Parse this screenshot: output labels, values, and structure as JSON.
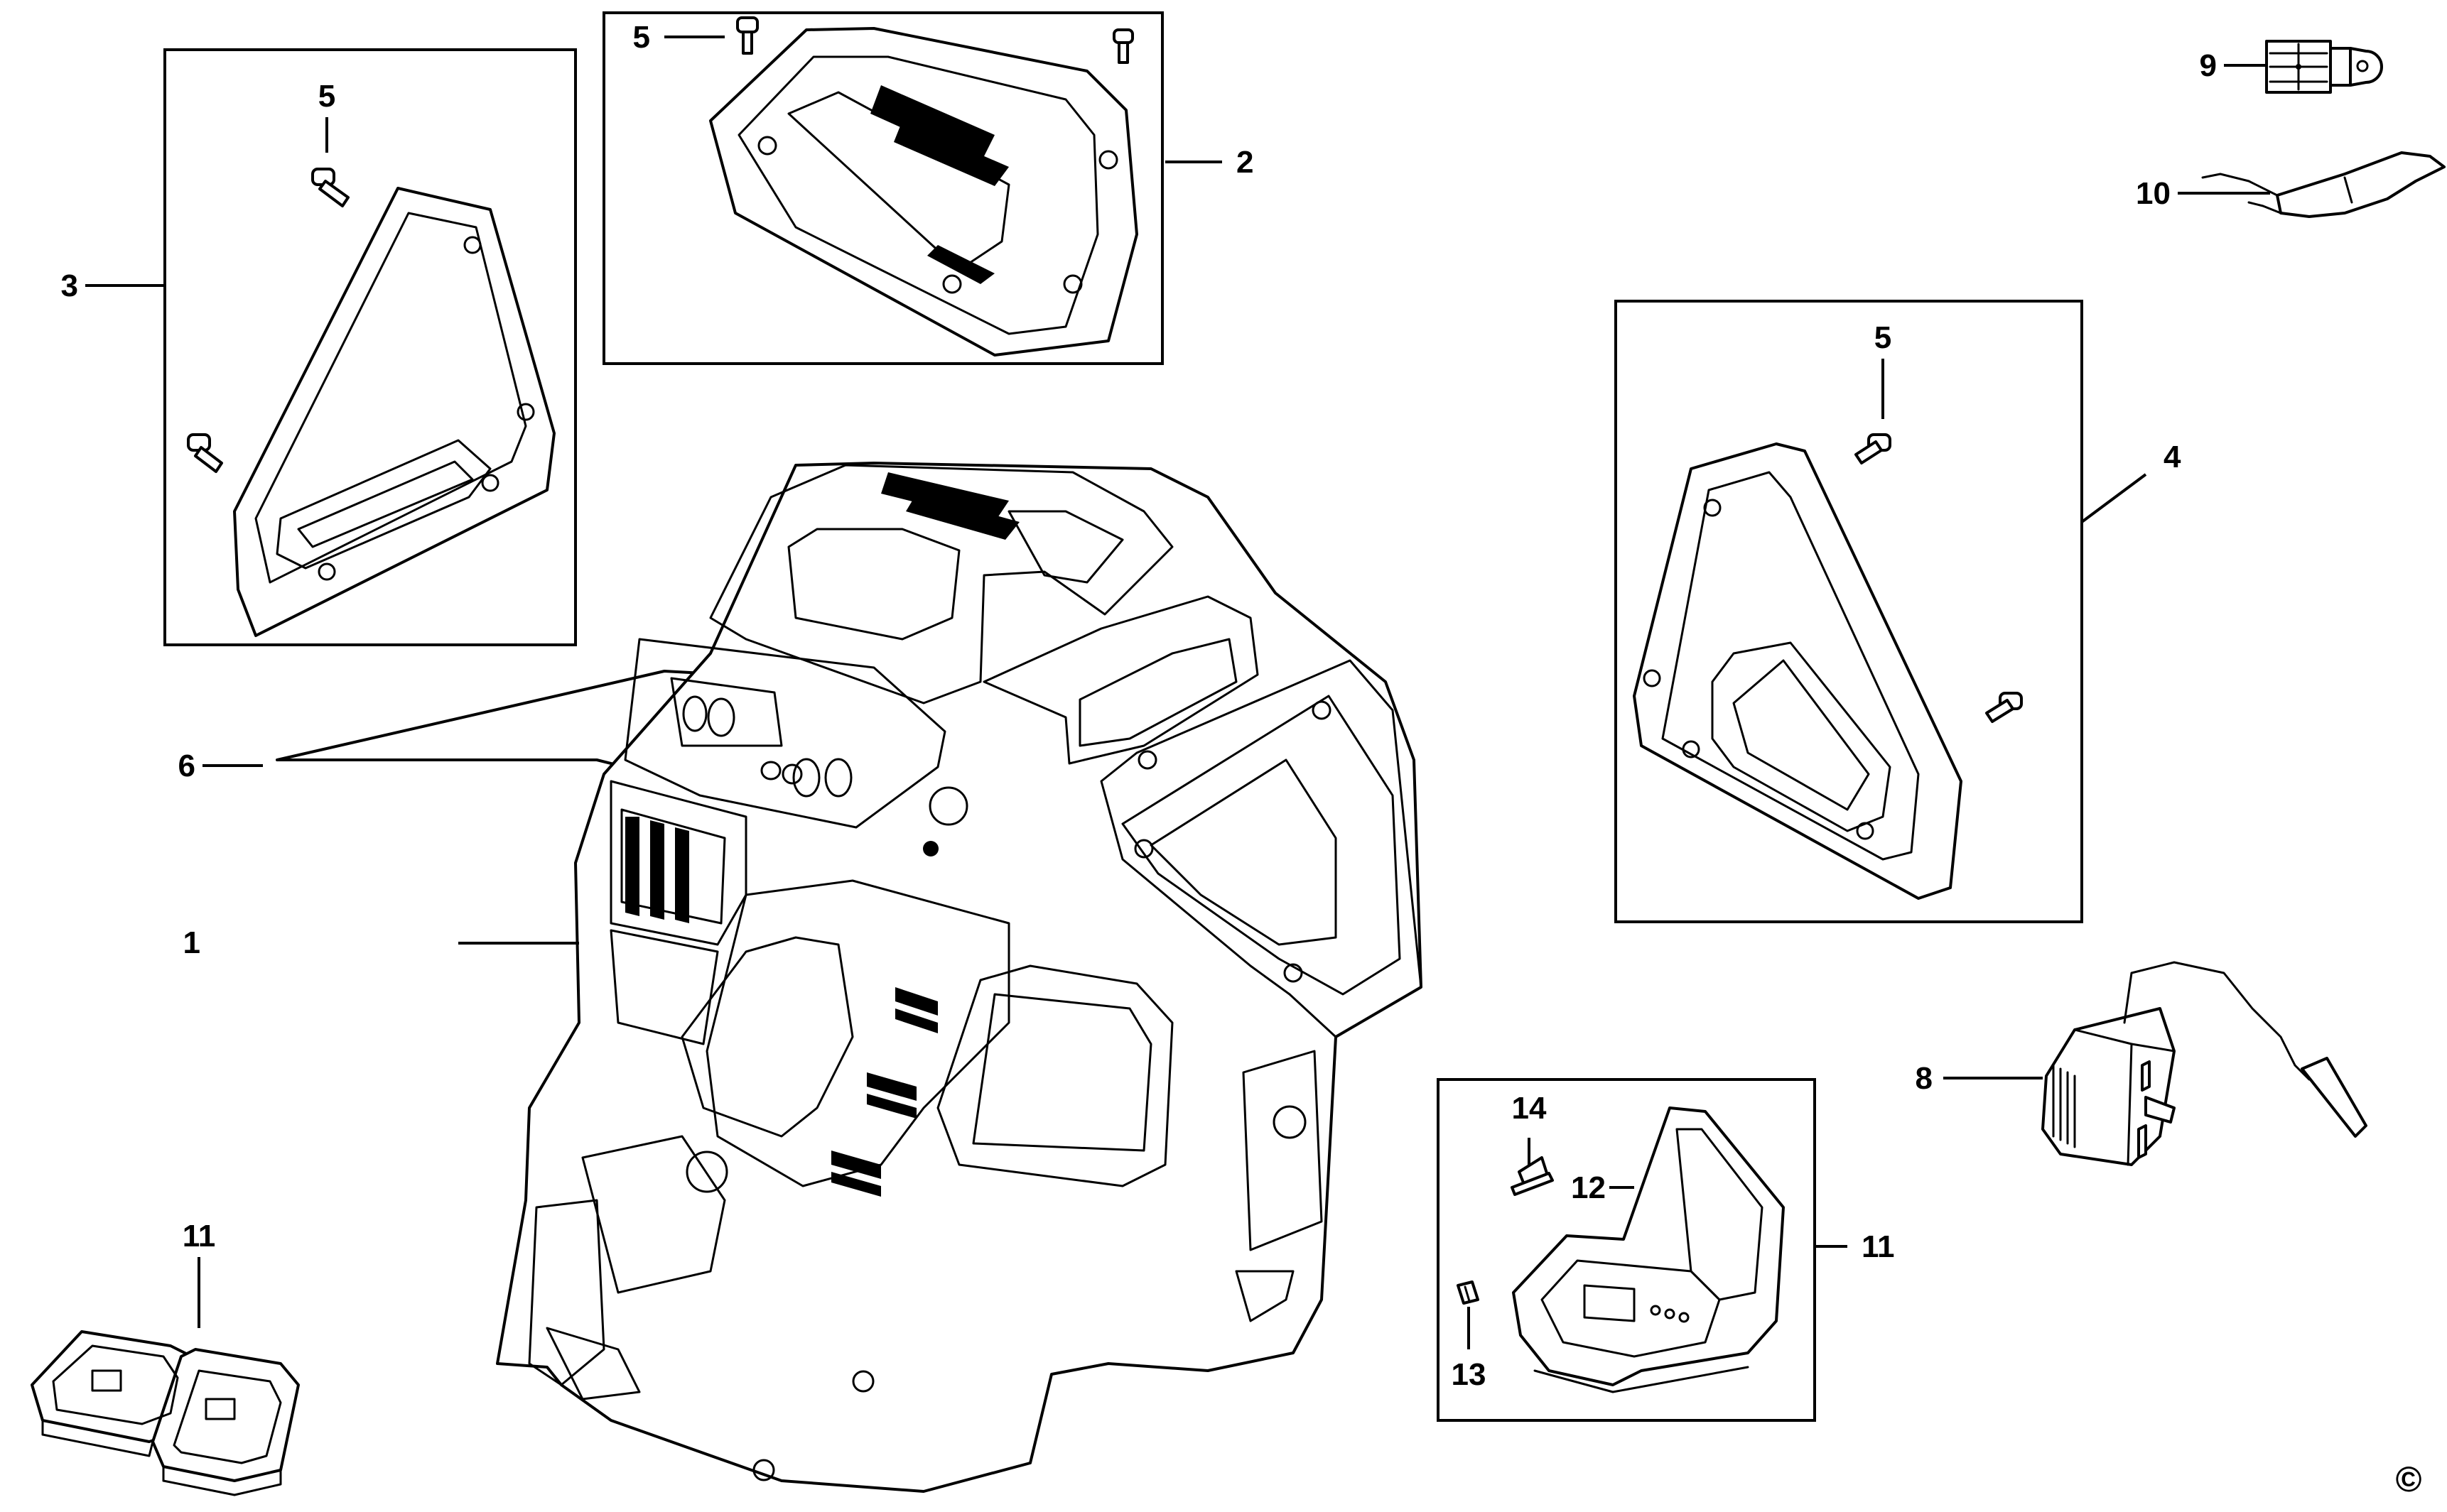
{
  "diagram": {
    "callouts": {
      "c1": "1",
      "c2": "2",
      "c3": "3",
      "c4": "4",
      "c5a": "5",
      "c5b": "5",
      "c5c": "5",
      "c6": "6",
      "c8": "8",
      "c9": "9",
      "c10": "10",
      "c11a": "11",
      "c11b": "11",
      "c12": "12",
      "c13": "13",
      "c14": "14"
    },
    "copyright_symbol": "©"
  }
}
